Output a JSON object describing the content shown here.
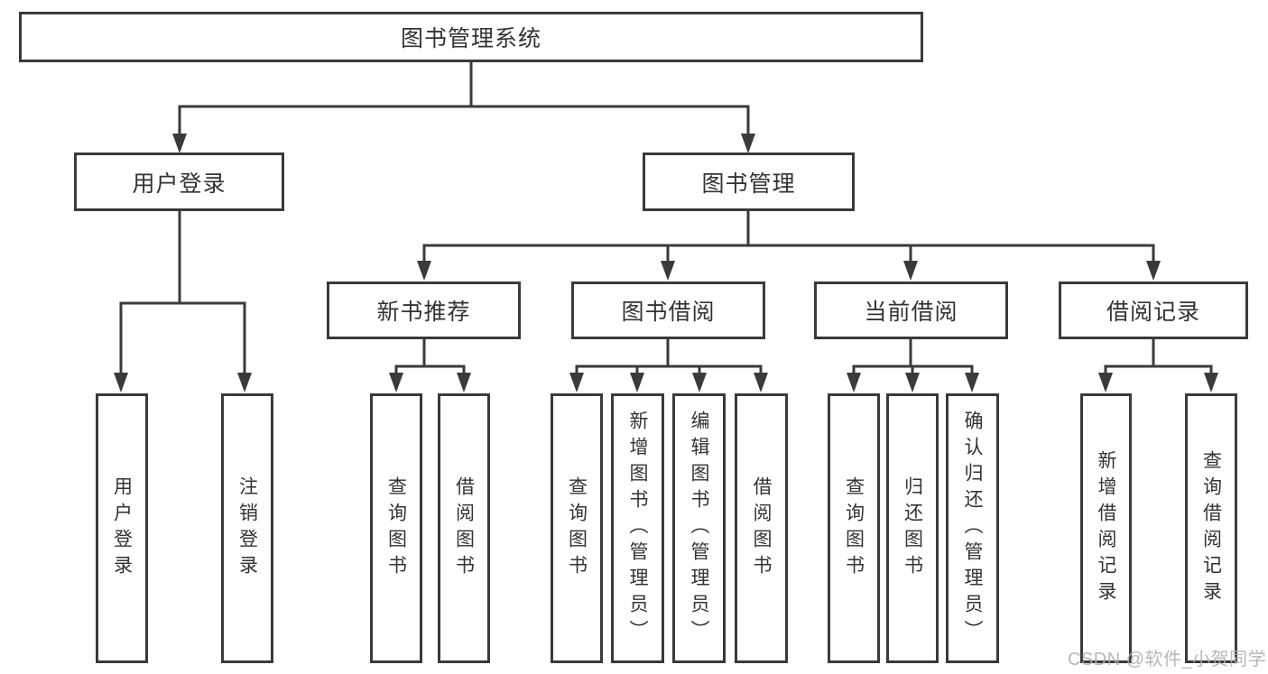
{
  "tree": {
    "root": {
      "label": "图书管理系统"
    },
    "user_login_branch": {
      "label": "用户登录",
      "children": [
        {
          "label": "用户登录"
        },
        {
          "label": "注销登录"
        }
      ]
    },
    "book_mgmt_branch": {
      "label": "图书管理",
      "sections": [
        {
          "label": "新书推荐",
          "children": [
            {
              "label": "查询图书"
            },
            {
              "label": "借阅图书"
            }
          ]
        },
        {
          "label": "图书借阅",
          "children": [
            {
              "label": "查询图书"
            },
            {
              "label": "新增图书（管理员）"
            },
            {
              "label": "编辑图书（管理员）"
            },
            {
              "label": "借阅图书"
            }
          ]
        },
        {
          "label": "当前借阅",
          "children": [
            {
              "label": "查询图书"
            },
            {
              "label": "归还图书"
            },
            {
              "label": "确认归还（管理员）"
            }
          ]
        },
        {
          "label": "借阅记录",
          "children": [
            {
              "label": "新增借阅记录"
            },
            {
              "label": "查询借阅记录"
            }
          ]
        }
      ]
    }
  },
  "watermark": {
    "text": "CSDN @软件_小贺同学"
  },
  "colors": {
    "line": "#3a3a3a",
    "text": "#333333",
    "box_background": "#ffffff",
    "watermark": "#b0b0b0"
  }
}
